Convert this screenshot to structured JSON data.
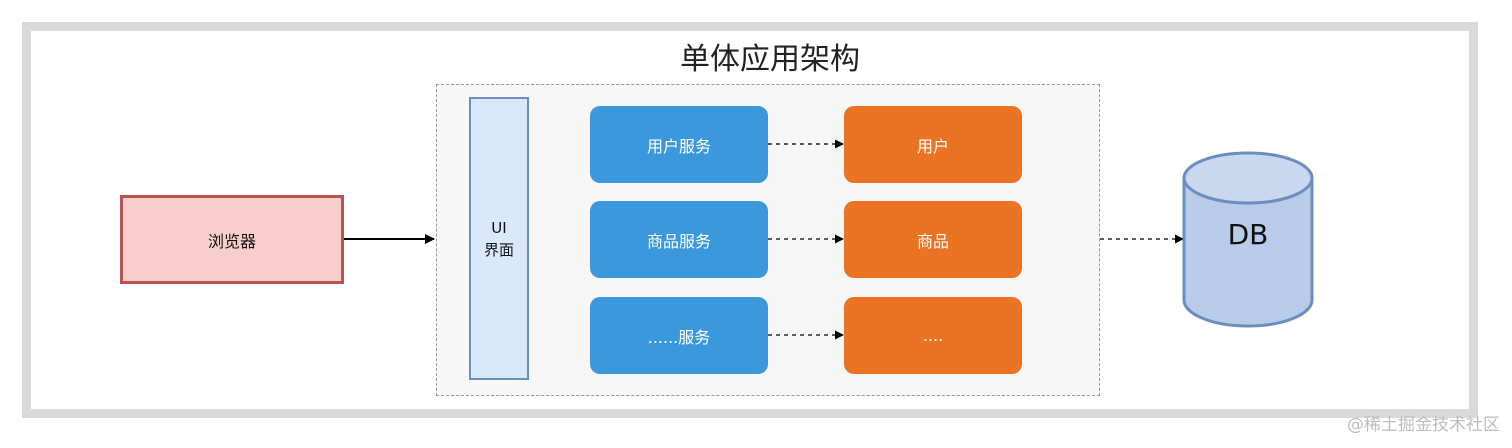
{
  "diagram": {
    "title": "单体应用架构",
    "browser": "浏览器",
    "ui_line1": "UI",
    "ui_line2": "界面",
    "services": [
      "用户服务",
      "商品服务",
      "......服务"
    ],
    "entities": [
      "用户",
      "商品",
      "...."
    ],
    "database": "DB"
  },
  "watermark": "@稀土掘金技术社区",
  "colors": {
    "browser_fill": "#f8cecc",
    "browser_border": "#b85450",
    "ui_fill": "#dae8fc",
    "ui_border": "#6c8ebf",
    "service_fill": "#3b98dc",
    "entity_fill": "#ea7324",
    "db_fill": "#b8cbe8",
    "db_border": "#6c8ebf"
  }
}
